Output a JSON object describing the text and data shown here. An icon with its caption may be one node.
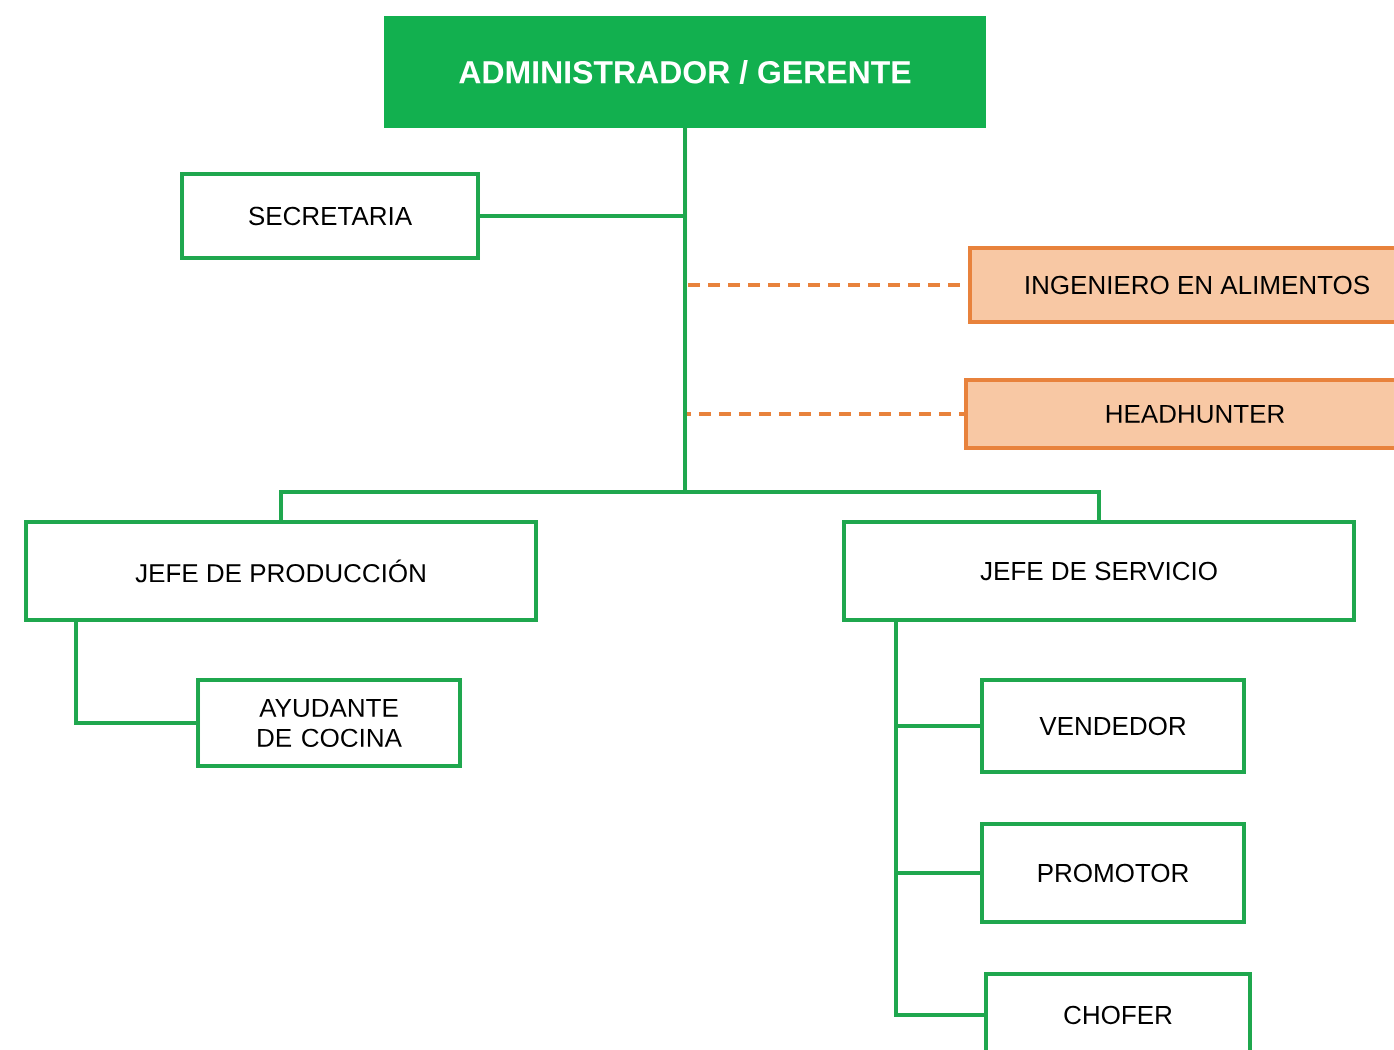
{
  "diagram": {
    "nodes": [
      {
        "text": [
          "ADMINISTRADOR / GERENTE"
        ]
      },
      {
        "text": [
          "SECRETARIA"
        ]
      },
      {
        "text": [
          "INGENIERO EN ALIMENTOS"
        ]
      },
      {
        "text": [
          "HEADHUNTER"
        ]
      },
      {
        "text": [
          "JEFE DE PRODUCCIÓN"
        ]
      },
      {
        "text": [
          "AYUDANTE DE COCINA"
        ]
      },
      {
        "text": [
          "JEFE DE SERVICIO"
        ]
      },
      {
        "text": [
          "VENDEDOR"
        ]
      },
      {
        "text": [
          "PROMOTOR"
        ]
      },
      {
        "text": [
          "CHOFER"
        ]
      }
    ],
    "edges": [
      {
        "from": 0,
        "to": 1,
        "arrow": "none"
      },
      {
        "from": 0,
        "to": 2,
        "arrow": "none",
        "style": "dashed",
        "color": "#e8823c"
      },
      {
        "from": 0,
        "to": 3,
        "arrow": "none",
        "style": "dashed",
        "color": "#e8823c"
      },
      {
        "from": 0,
        "to": 4,
        "arrow": "none"
      },
      {
        "from": 0,
        "to": 6,
        "arrow": "none"
      },
      {
        "from": 4,
        "to": 5,
        "arrow": "none"
      },
      {
        "from": 6,
        "to": 7,
        "arrow": "none"
      },
      {
        "from": 6,
        "to": 8,
        "arrow": "none"
      },
      {
        "from": 6,
        "to": 9,
        "arrow": "none"
      }
    ]
  }
}
